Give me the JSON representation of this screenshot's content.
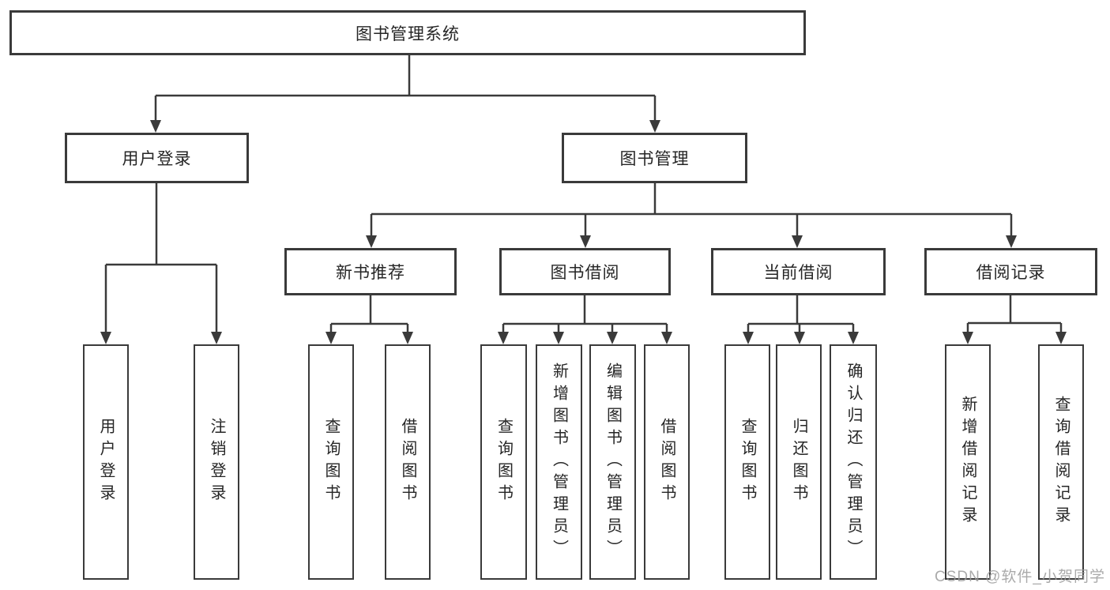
{
  "diagram": {
    "root": {
      "label": "图书管理系统"
    },
    "level2": [
      {
        "label": "用户登录"
      },
      {
        "label": "图书管理"
      }
    ],
    "level3": [
      {
        "label": "新书推荐"
      },
      {
        "label": "图书借阅"
      },
      {
        "label": "当前借阅"
      },
      {
        "label": "借阅记录"
      }
    ],
    "leaves": {
      "user_login": [
        "用户登录",
        "注销登录"
      ],
      "new_book_recommend": [
        "查询图书",
        "借阅图书"
      ],
      "book_borrow": [
        "查询图书",
        "新增图书（管理员）",
        "编辑图书（管理员）",
        "借阅图书"
      ],
      "current_borrow": [
        "查询图书",
        "归还图书",
        "确认归还（管理员）"
      ],
      "borrow_record": [
        "新增借阅记录",
        "查询借阅记录"
      ]
    }
  },
  "watermark": "CSDN @软件_小贺同学",
  "colors": {
    "line": "#3a3a3a",
    "text": "#262626",
    "background": "#ffffff",
    "watermark": "#9c9c9c"
  }
}
